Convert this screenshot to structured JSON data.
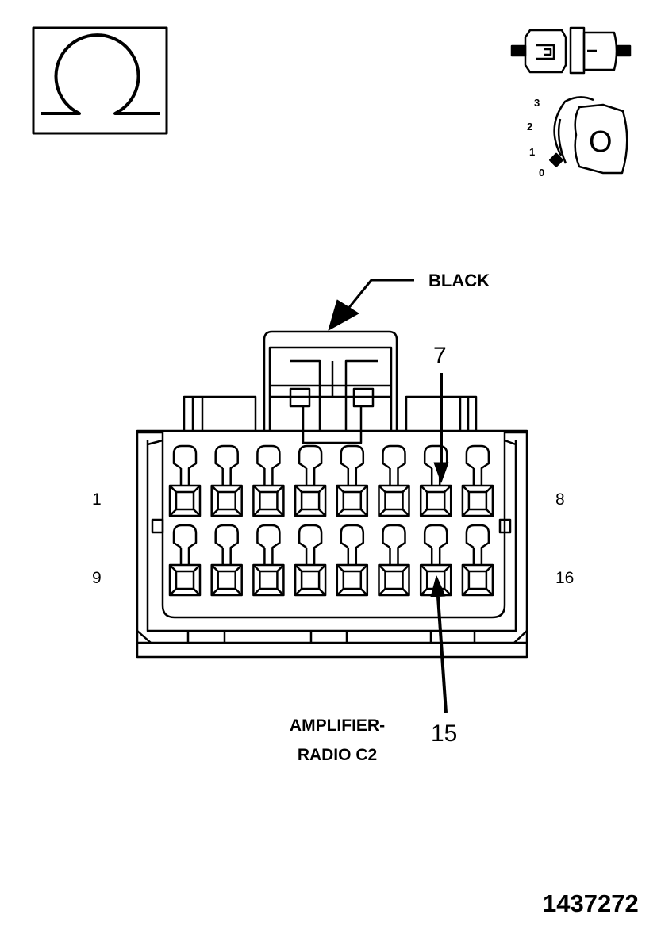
{
  "symbol": {
    "meter_icon": "ohm-symbol-icon",
    "connector_icon": "disconnected-connector-icon",
    "ignition_icon": "ignition-key-icon",
    "ignition_positions": [
      "3",
      "2",
      "1",
      "0"
    ],
    "ignition_key_letter": "O"
  },
  "connector": {
    "color_label": "BLACK",
    "caption_line1": "AMPLIFIER-",
    "caption_line2": "RADIO C2",
    "pin_labels": {
      "top_left": "1",
      "top_right": "8",
      "bottom_left": "9",
      "bottom_right": "16"
    },
    "callouts": {
      "upper": "7",
      "lower": "15"
    },
    "cavities_per_row": 8,
    "rows": 2
  },
  "figure_id": "1437272",
  "colors": {
    "ink": "#000000",
    "background": "#ffffff"
  }
}
